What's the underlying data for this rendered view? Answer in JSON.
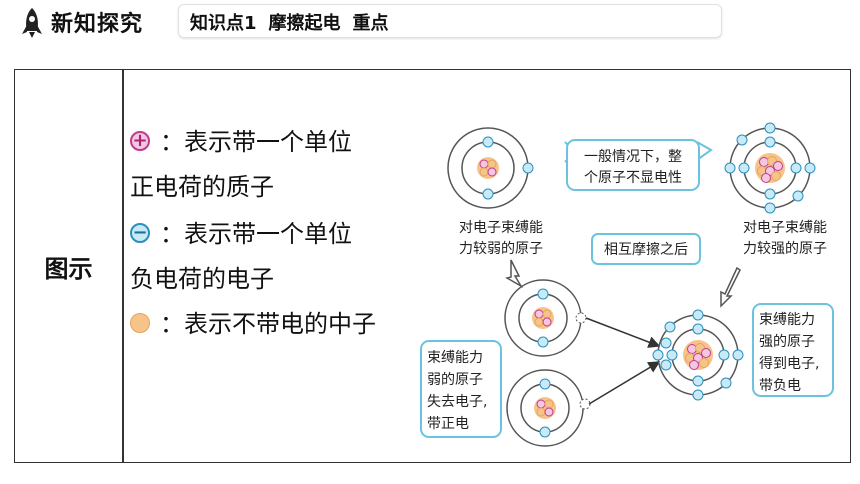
{
  "header": {
    "section_title": "新知探究",
    "knowledge_point": "知识点1",
    "topic": "摩擦起电",
    "importance": "重点"
  },
  "table": {
    "row_label": "图示"
  },
  "legend": {
    "proton_symbol": "+",
    "electron_symbol": "−",
    "proton_line1": "：表示带一个单位",
    "proton_line2": "正电荷的质子",
    "electron_line1": "：表示带一个单位",
    "electron_line2": "负电荷的电子",
    "neutron_line": "：表示不带电的中子"
  },
  "diagram": {
    "neutral_bubble_line1": "一般情况下，整",
    "neutral_bubble_line2": "个原子不显电性",
    "weak_atom_line1": "对电子束缚能",
    "weak_atom_line2": "力较弱的原子",
    "strong_atom_line1": "对电子束缚能",
    "strong_atom_line2": "力较强的原子",
    "rub_label": "相互摩擦之后",
    "lose_line1": "束缚能力",
    "lose_line2": "弱的原子",
    "lose_line3": "失去电子,",
    "lose_line4": "带正电",
    "gain_line1": "束缚能力",
    "gain_line2": "强的原子",
    "gain_line3": "得到电子,",
    "gain_line4": "带负电"
  },
  "colors": {
    "proton": "#c03b8c",
    "electron": "#2b8fbd",
    "neutron": "#f6c48a",
    "bubble_border": "#6cc3de"
  },
  "icons": {
    "header_icon": "rocket-icon"
  }
}
